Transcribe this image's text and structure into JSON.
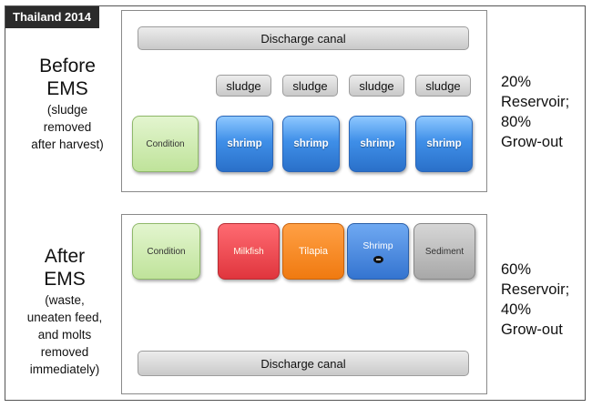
{
  "title": "Thailand 2014",
  "before": {
    "heading_line1": "Before",
    "heading_line2": "EMS",
    "note": [
      "(sludge",
      "removed",
      "after harvest)"
    ],
    "discharge": "Discharge canal",
    "condition": "Condition",
    "ponds": [
      "shrimp",
      "shrimp",
      "shrimp",
      "shrimp"
    ],
    "sludge": [
      "sludge",
      "sludge",
      "sludge",
      "sludge"
    ],
    "ratio": [
      "20%",
      "Reservoir;",
      "80%",
      "Grow-out"
    ]
  },
  "after": {
    "heading_line1": "After",
    "heading_line2": "EMS",
    "note": [
      "(waste,",
      "uneaten feed,",
      "and molts",
      "removed",
      "immediately)"
    ],
    "condition": "Condition",
    "milkfish": "Milkfish",
    "tilapia": "Tilapia",
    "shrimp": "Shrimp",
    "sediment": "Sediment",
    "discharge": "Discharge canal",
    "ratio": [
      "60%",
      "Reservoir;",
      "40%",
      "Grow-out"
    ]
  },
  "colors": {
    "arrow": "#a0522d",
    "condition": "#c9e8a8",
    "shrimp_blue": "#3f8fe8",
    "milkfish": "#e83f46",
    "tilapia": "#f28a1e",
    "sediment": "#b3b3b3"
  }
}
